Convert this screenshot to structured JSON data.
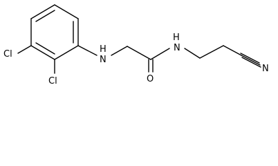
{
  "molecule": {
    "atoms": {
      "cl_upper": "Cl",
      "cl_lower": "Cl",
      "amine_n": "H",
      "amine_n2": "N",
      "carbonyl_o": "O",
      "amide_h": "H",
      "amide_n": "N",
      "nitrile_n": "N"
    }
  },
  "colors": {
    "bond": "#000000",
    "label": "#000000",
    "background": "#ffffff"
  }
}
